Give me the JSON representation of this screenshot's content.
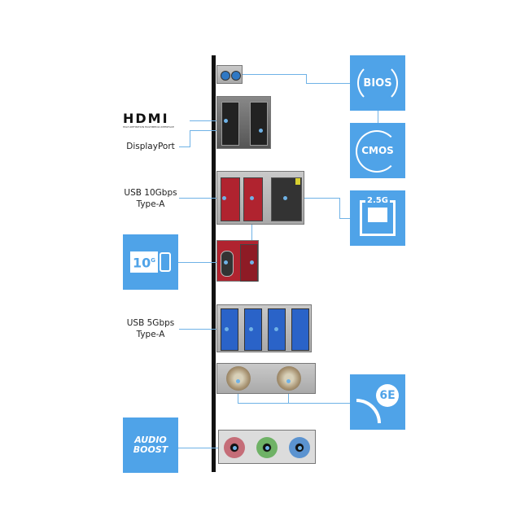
{
  "labels": {
    "hdmi_logo": "HDMI",
    "hdmi_tagline": "HIGH-DEFINITION MULTIMEDIA INTERFACE",
    "displayport": "DisplayPort",
    "usb10_line1": "USB 10Gbps",
    "usb10_line2": "Type-A",
    "usb5_line1": "USB 5Gbps",
    "usb5_line2": "Type-A"
  },
  "tiles": {
    "bios": "BIOS",
    "cmos": "CMOS",
    "lan": "2.5G",
    "usbc": "10",
    "usbc_sup": "G",
    "wifi": "6E",
    "audio_line1": "AUDIO",
    "audio_line2": "BOOST"
  },
  "colors": {
    "accent": "#4fa3e8",
    "usb10": "#b0232f",
    "usb5": "#2a63c8"
  }
}
